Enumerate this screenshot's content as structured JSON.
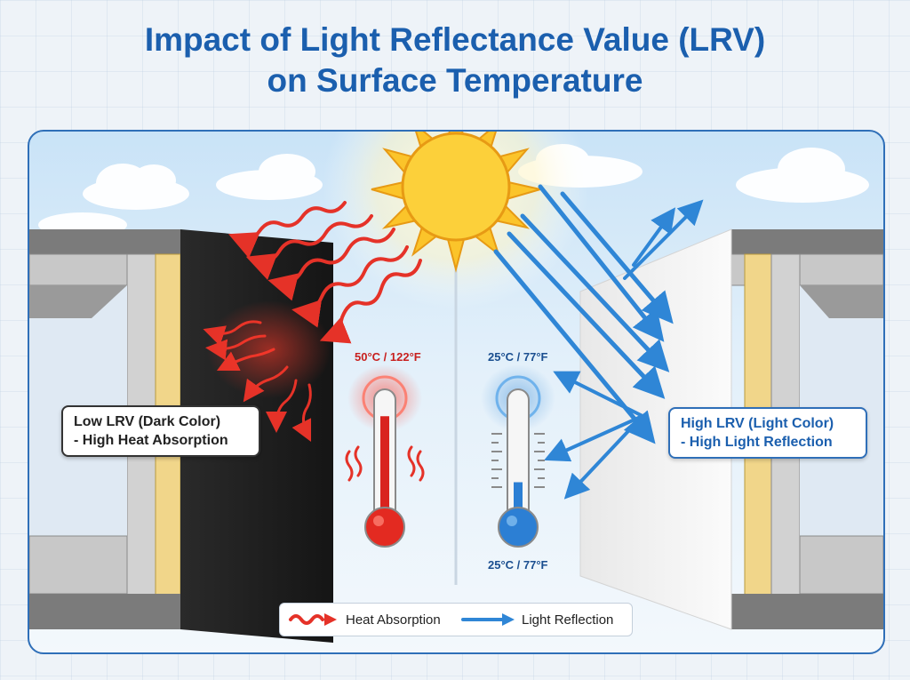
{
  "title": {
    "line1": "Impact of Light Reflectance Value (LRV)",
    "line2": "on Surface Temperature"
  },
  "left_panel": {
    "callout_line1": "Low LRV (Dark Color)",
    "callout_line2": "- High Heat Absorption",
    "temperature": "50°C / 122°F",
    "thermometer_level": 0.85
  },
  "right_panel": {
    "callout_line1": "High LRV (Light Color)",
    "callout_line2": "- High Light Reflection",
    "temperature_top": "25°C / 77°F",
    "temperature_bottom": "25°C / 77°F",
    "thermometer_level": 0.3
  },
  "legend": {
    "heat_label": "Heat Absorption",
    "light_label": "Light Reflection"
  },
  "colors": {
    "title": "#1b5fae",
    "heat": "#e53228",
    "light": "#2f86d6",
    "dark_wall": "#1f1f1f",
    "light_wall": "#f4f4f4",
    "sun": "#fbc42a"
  },
  "icons": [
    "sun-icon",
    "thermometer-hot-icon",
    "thermometer-cold-icon",
    "heat-wave-icon",
    "reflection-arrow-icon",
    "cloud-icon"
  ]
}
